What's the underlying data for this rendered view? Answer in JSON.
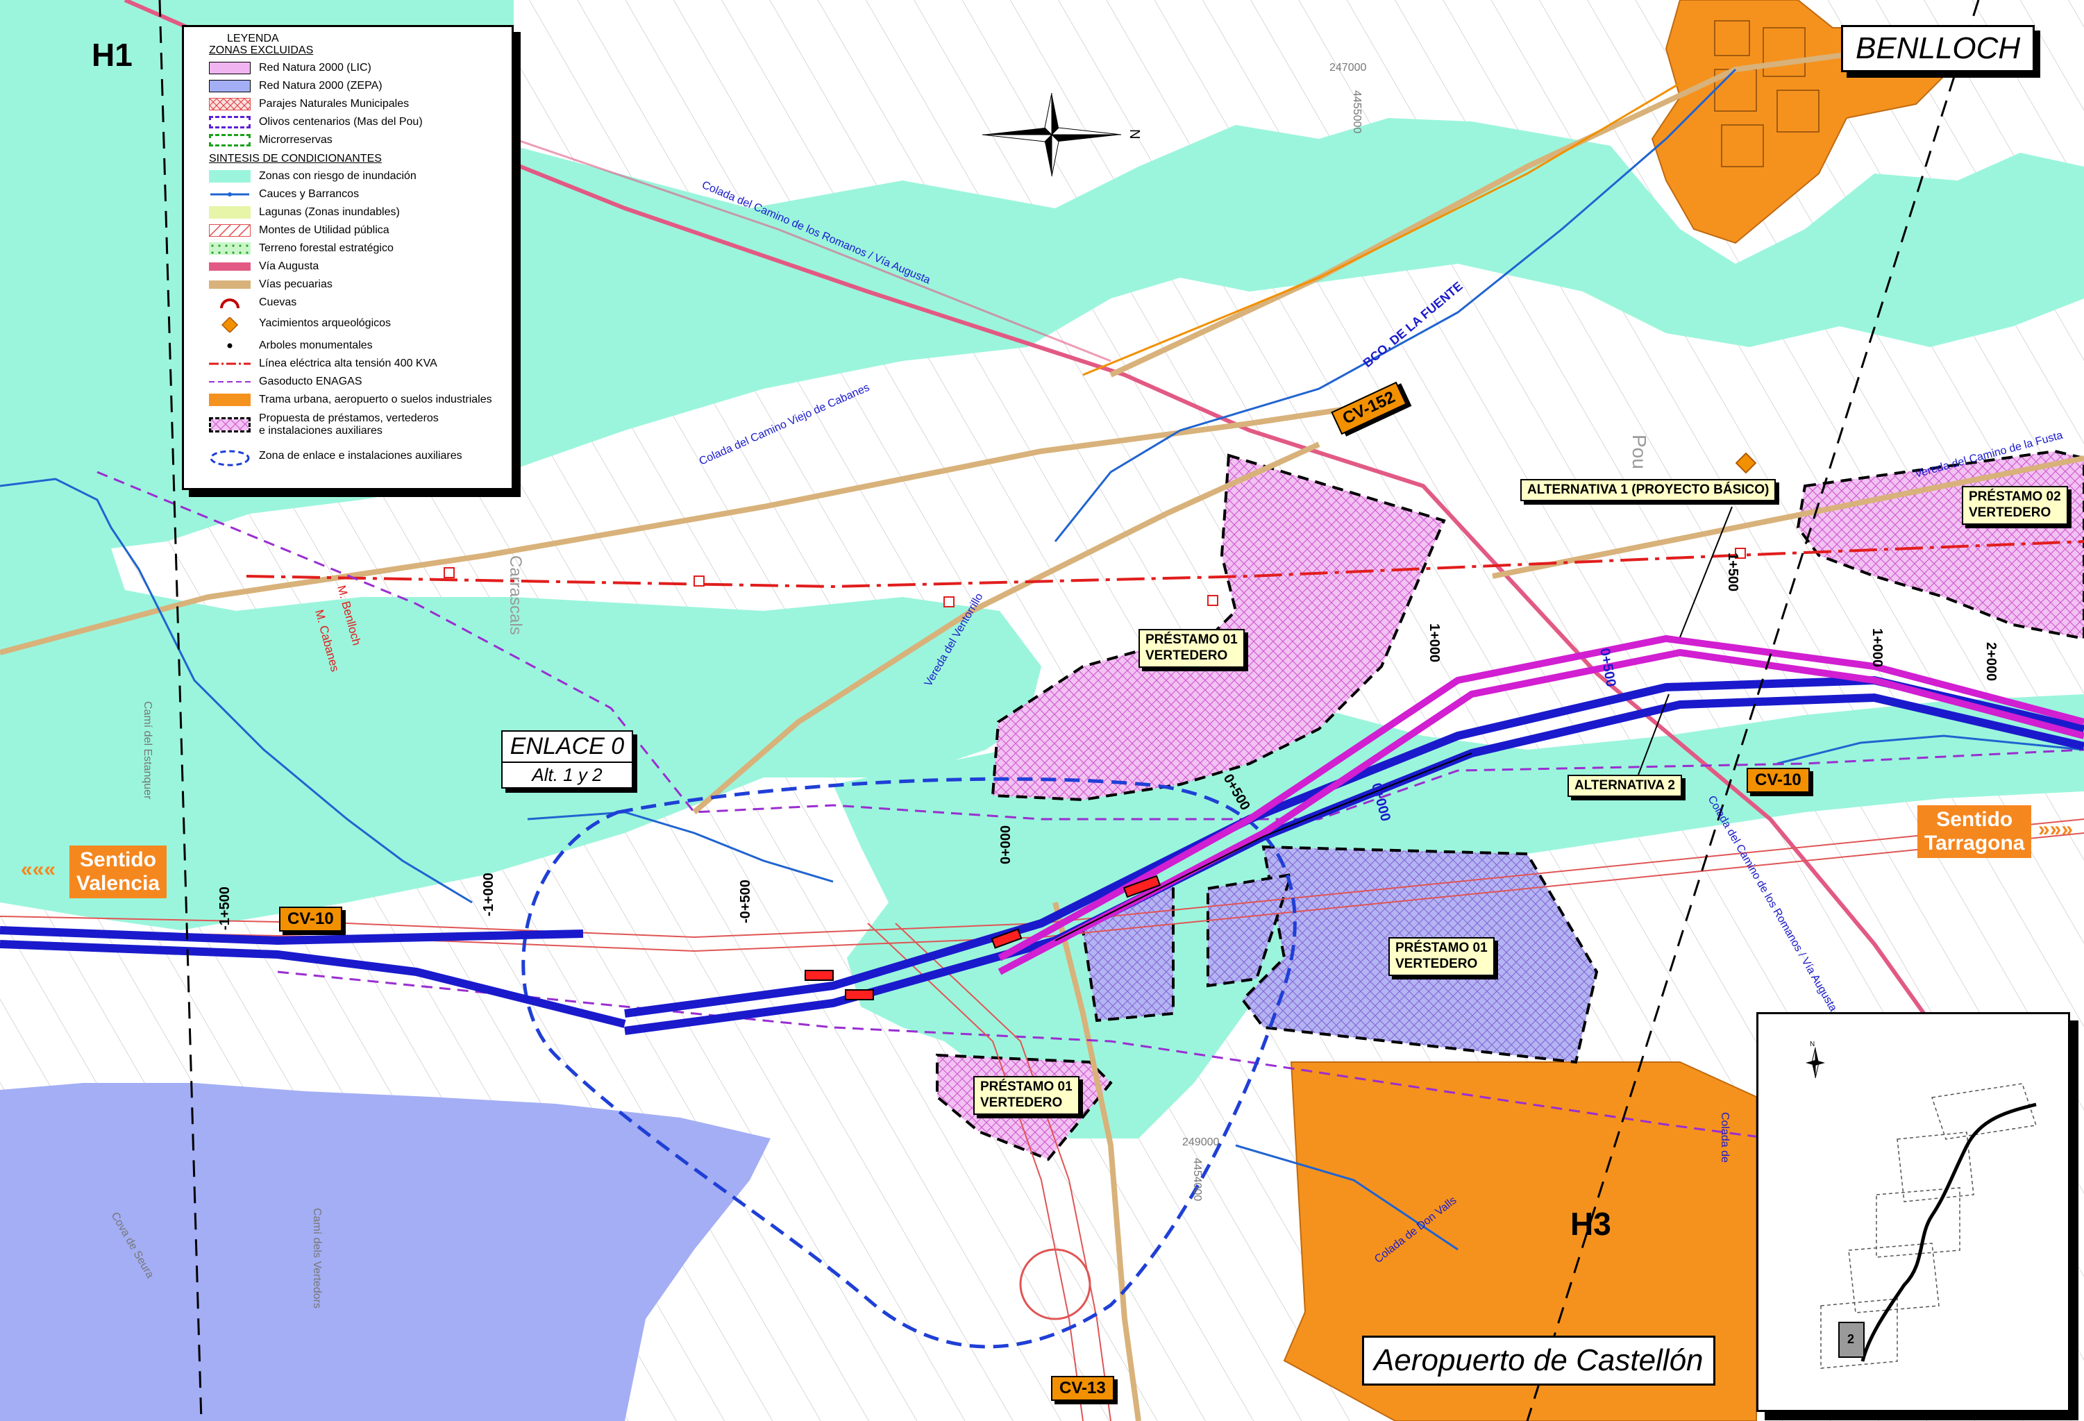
{
  "colors": {
    "flood": "#9bf5dc",
    "zepa": "#a3aef5",
    "lic": "#f0b4f0",
    "urban": "#f5921e",
    "rail_blue": "#1a1acc",
    "rail_magenta": "#d11fd1",
    "via_augusta": "#e25a84",
    "vias_pecuarias": "#d8b27a",
    "power_line": "#e11d1d",
    "gasoducto": "#9a2ed1"
  },
  "legend": {
    "title": "LEYENDA",
    "section_excluded": "ZONAS EXCLUIDAS",
    "excluded": [
      {
        "label": "Red Natura 2000 (LIC)",
        "icon": "lic-swatch"
      },
      {
        "label": "Red Natura 2000 (ZEPA)",
        "icon": "zepa-swatch"
      },
      {
        "label": "Parajes Naturales Municipales",
        "icon": "parajes-hatch"
      },
      {
        "label": "Olivos centenarios (Mas del Pou)",
        "icon": "olivos-dashed-box"
      },
      {
        "label": "Microrreservas",
        "icon": "microrreservas-dashed-box"
      }
    ],
    "section_synthesis": "SINTESIS DE CONDICIONANTES",
    "synthesis": [
      {
        "label": "Zonas con riesgo de inundación",
        "icon": "flood-swatch"
      },
      {
        "label": "Cauces y Barrancos",
        "icon": "stream-line"
      },
      {
        "label": "Lagunas (Zonas inundables)",
        "icon": "lagoon-swatch"
      },
      {
        "label": "Montes de Utilidad pública",
        "icon": "montes-hatch"
      },
      {
        "label": "Terreno forestal estratégico",
        "icon": "forest-dots"
      },
      {
        "label": "Vía Augusta",
        "icon": "via-augusta-band"
      },
      {
        "label": "Vías pecuarias",
        "icon": "vias-pecuarias-band"
      },
      {
        "label": "Cuevas",
        "icon": "cave-arc"
      },
      {
        "label": "Yacimientos arqueológicos",
        "icon": "archaeology-diamond"
      },
      {
        "label": "Arboles monumentales",
        "icon": "tree-dot"
      },
      {
        "label": "Línea eléctrica alta tensión 400 KVA",
        "icon": "power-line"
      },
      {
        "label": "Gasoducto ENAGAS",
        "icon": "gas-line"
      },
      {
        "label": "Trama urbana, aeropuerto o suelos industriales",
        "icon": "urban-swatch"
      },
      {
        "label": "Propuesta de préstamos, vertederos",
        "label2": "e instalaciones auxiliares",
        "icon": "prestamo-dashed-box"
      },
      {
        "label": "Zona de enlace e instalaciones auxiliares",
        "icon": "enlace-ellipse"
      }
    ]
  },
  "compass": {
    "north": "N"
  },
  "sheets": {
    "h1": "H1",
    "h3": "H3"
  },
  "town": "BENLLOCH",
  "airport": "Aeropuerto de Castellón",
  "enlace": {
    "title": "ENLACE 0",
    "subtitle": "Alt. 1 y 2"
  },
  "directions": {
    "valencia": {
      "line1": "Sentido",
      "line2": "Valencia"
    },
    "tarragona": {
      "line1": "Sentido",
      "line2": "Tarragona"
    }
  },
  "roads": {
    "cv10_left": "CV-10",
    "cv10_right": "CV-10",
    "cv152": "CV-152",
    "cv13": "CV-13"
  },
  "alternatives": {
    "alt1": "ALTERNATIVA 1 (PROYECTO BÁSICO)",
    "alt2": "ALTERNATIVA 2"
  },
  "prestamos": {
    "p1_north": {
      "line1": "PRÉSTAMO  01",
      "line2": "VERTEDERO"
    },
    "p1_east": {
      "line1": "PRÉSTAMO  01",
      "line2": "VERTEDERO"
    },
    "p1_south": {
      "line1": "PRÉSTAMO  01",
      "line2": "VERTEDERO"
    },
    "p2": {
      "line1": "PRÉSTAMO  02",
      "line2": "VERTEDERO"
    }
  },
  "chainages": {
    "m1500": "-1+500",
    "m1000": "-1+000",
    "m0500": "-0+500",
    "z0": "0+000",
    "z0b": "0+000",
    "p0500": "0+500",
    "p0500b": "0+500",
    "p1000": "1+000",
    "p1500": "1+500",
    "p1000b": "1+000",
    "p2000": "2+000"
  },
  "map_labels": {
    "colada_romanos": "Colada del Camino de los Romanos / Vía Augusta",
    "colada_romanos2": "Colada del Camino de los Romanos / Vía Augusta",
    "bco_fuente": "BCO. DE LA FUENTE",
    "colada_cabanes": "Colada del Camino Viejo de Cabanes",
    "vereda_fusta": "Vereda del Camino de la Fusta",
    "vereda_ventorrillo": "Vereda del Ventorrillo",
    "m_benlloch": "M. Benlloch",
    "m_cabanes": "M. Cabanes",
    "carrascals": "Carrascals",
    "colada_don_valls": "Colada de Don Valls",
    "pou": "Pou",
    "coord_247000": "247000",
    "coord_249000": "249000",
    "coord_4455": "4455000",
    "coord_4454": "4454000",
    "cami_estanquer": "Camí del Estanquer",
    "cami_vertedors": "Camí dels Vertedors",
    "colada_de": "Colada de",
    "cova_sequi": "Cova de Seura"
  },
  "inset": {
    "north": "N",
    "sheet": "2"
  }
}
